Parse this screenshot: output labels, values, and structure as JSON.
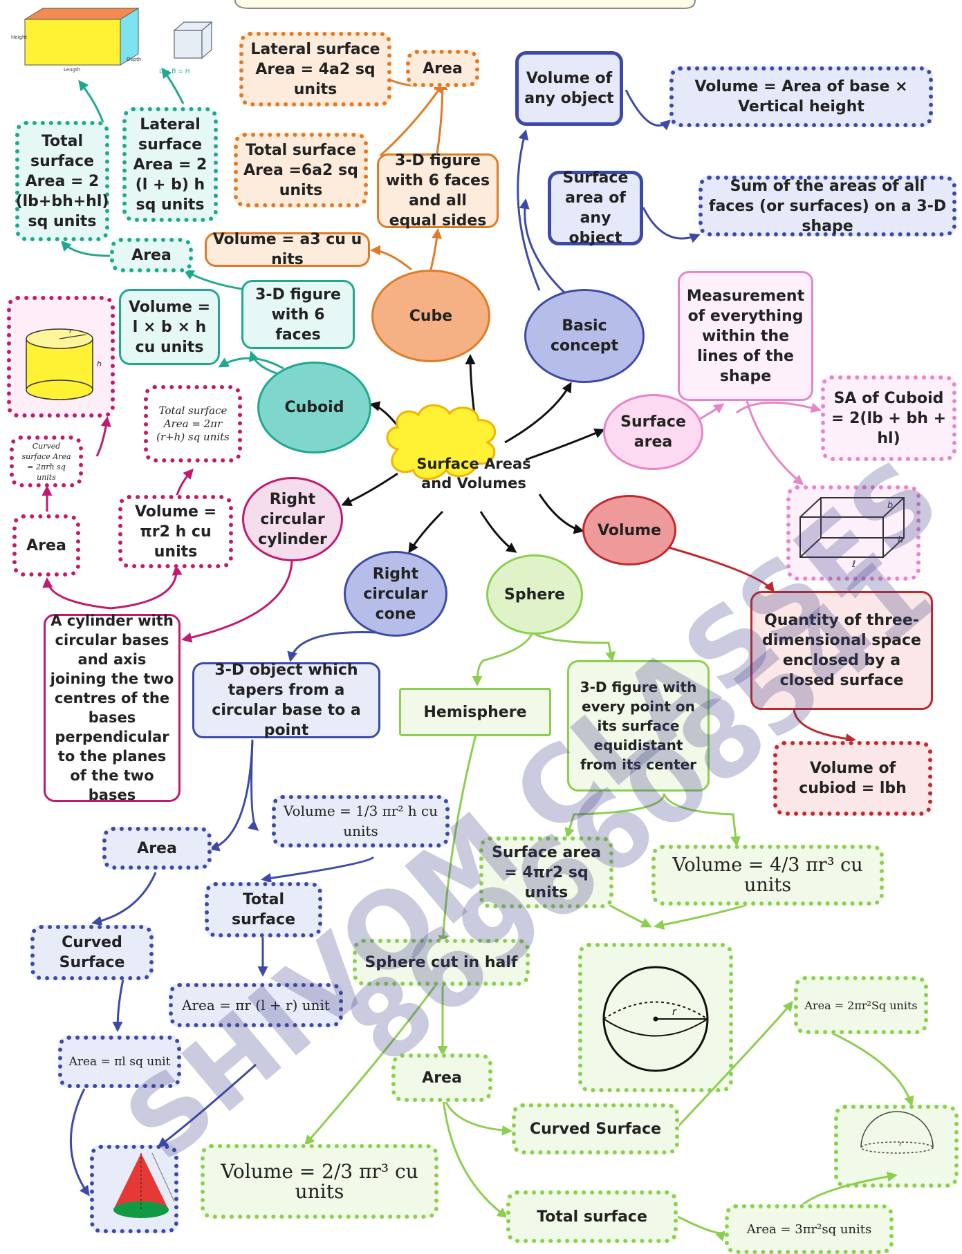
{
  "center": "Surface Areas and Volumes",
  "cube": {
    "label": "Cube",
    "definition": "3-D figure with 6 faces and all equal sides",
    "volume": "Volume = a3 cu u nits",
    "area": "Area",
    "total": "Total surface Area =6a2 sq units",
    "lateral": "Lateral surface Area = 4a2 sq units",
    "figure_label": "L = B = H"
  },
  "cuboid": {
    "label": "Cuboid",
    "definition": "3-D figure with 6 faces",
    "volume": "Volume = l × b × h cu units",
    "area": "Area",
    "total": "Total surface Area = 2 (lb+bh+hl) sq units",
    "lateral": "Lateral surface Area = 2 (l + b) h sq units",
    "figure_labels": [
      "Height",
      "Length",
      "Depth"
    ]
  },
  "basic": {
    "label": "Basic concept",
    "volume_any": "Volume of any object",
    "volume_def": "Volume = Area of base × Vertical height",
    "surface_any": "Surface area of any object",
    "surface_def": "Sum of the areas of all faces (or surfaces) on a 3-D shape"
  },
  "surface_area": {
    "label": "Surface area",
    "measurement": "Measurement of everything within the lines of the shape",
    "sa_cuboid": "SA of Cuboid = 2(lb + bh + hl)",
    "figure_labels": [
      "b",
      "h",
      "ℓ"
    ]
  },
  "volume": {
    "label": "Volume",
    "definition": "Quantity of three-dimensional space enclosed by a closed surface",
    "cuboid": "Volume of cubiod = lbh"
  },
  "cylinder": {
    "label": "Right circular cylinder",
    "definition": "A cylinder with circular bases and axis joining the two centres of the bases perpendicular to the planes of the two bases",
    "area": "Area",
    "volume": "Volume = πr2 h cu units",
    "total": "Total surface Area = 2πr (r+h) sq units",
    "curved": "Curved surface Area = 2πrh sq units",
    "figure_labels": [
      "r",
      "h"
    ]
  },
  "cone": {
    "label": "Right circular cone",
    "definition": "3-D object which tapers from a circular base to a point",
    "volume": "Volume = 1/3 πr² h cu units",
    "area": "Area",
    "total": "Total surface",
    "total_formula": "Area = πr (l + r) unit",
    "curved": "Curved Surface",
    "curved_formula": "Area = πl sq unit"
  },
  "sphere": {
    "label": "Sphere",
    "definition": "3-D figure with every point on its surface equidistant from its center",
    "surface": "Surface area = 4πr2 sq units",
    "volume": "Volume = 4/3 πr³ cu units",
    "figure_label": "r"
  },
  "hemisphere": {
    "label": "Hemisphere",
    "definition": "Sphere cut in half",
    "area": "Area",
    "volume": "Volume = 2/3 πr³ cu units",
    "curved": "Curved Surface",
    "curved_formula": "Area = 2πr²Sq units",
    "total": "Total surface",
    "total_formula": "Area = 3πr²sq units",
    "figure_label": "r"
  },
  "watermark": [
    "SHIVOM CLASSES",
    "8696608541"
  ],
  "colors": {
    "orange": "#e07b25",
    "teal": "#1fa891",
    "blue": "#3b4aa8",
    "pink": "#e884c8",
    "magenta": "#c2186d",
    "red": "#c0282c",
    "green": "#8ccf4f",
    "yellow": "#fff133"
  }
}
